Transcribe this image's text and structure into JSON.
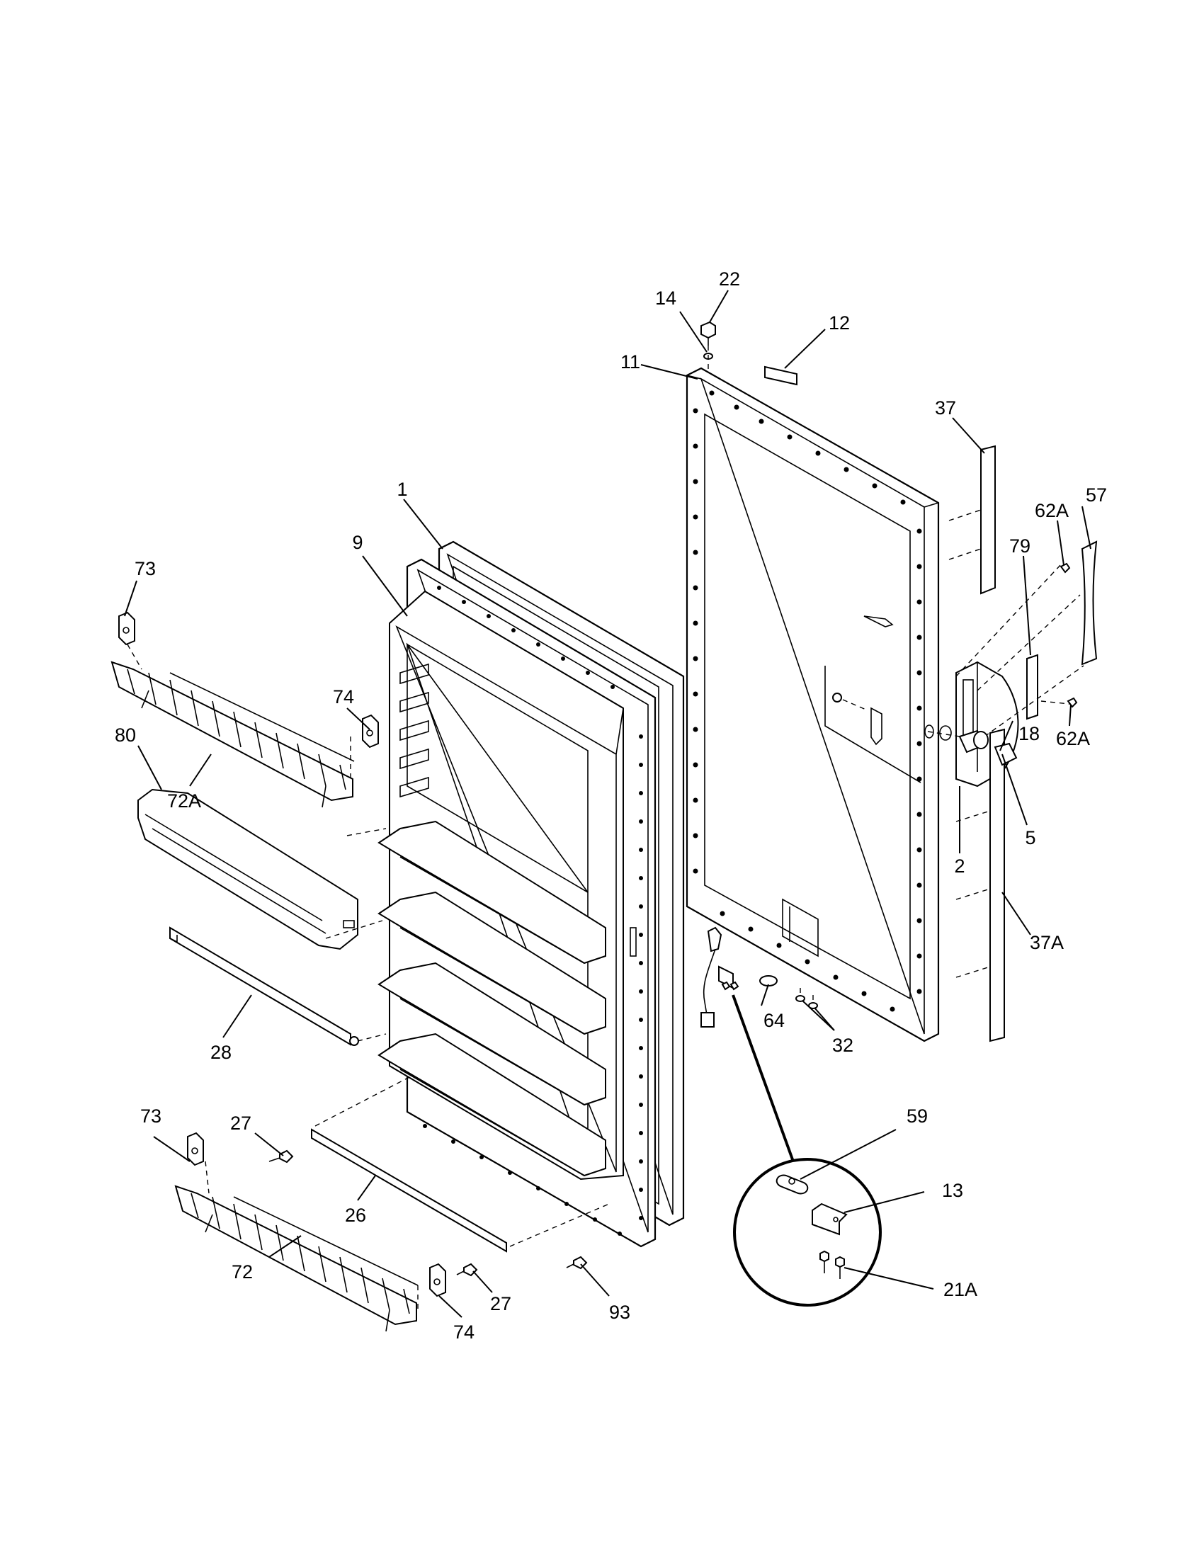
{
  "callouts": [
    {
      "id": "c1",
      "text": "1"
    },
    {
      "id": "c2",
      "text": "2"
    },
    {
      "id": "c5",
      "text": "5"
    },
    {
      "id": "c9",
      "text": "9"
    },
    {
      "id": "c11",
      "text": "11"
    },
    {
      "id": "c12",
      "text": "12"
    },
    {
      "id": "c13",
      "text": "13"
    },
    {
      "id": "c14",
      "text": "14"
    },
    {
      "id": "c18",
      "text": "18"
    },
    {
      "id": "c21a",
      "text": "21A"
    },
    {
      "id": "c22",
      "text": "22"
    },
    {
      "id": "c26",
      "text": "26"
    },
    {
      "id": "c27a",
      "text": "27"
    },
    {
      "id": "c27b",
      "text": "27"
    },
    {
      "id": "c28",
      "text": "28"
    },
    {
      "id": "c32",
      "text": "32"
    },
    {
      "id": "c37",
      "text": "37"
    },
    {
      "id": "c37a",
      "text": "37A"
    },
    {
      "id": "c57",
      "text": "57"
    },
    {
      "id": "c59",
      "text": "59"
    },
    {
      "id": "c62a1",
      "text": "62A"
    },
    {
      "id": "c62a2",
      "text": "62A"
    },
    {
      "id": "c64",
      "text": "64"
    },
    {
      "id": "c72",
      "text": "72"
    },
    {
      "id": "c72a",
      "text": "72A"
    },
    {
      "id": "c73a",
      "text": "73"
    },
    {
      "id": "c73b",
      "text": "73"
    },
    {
      "id": "c74a",
      "text": "74"
    },
    {
      "id": "c74b",
      "text": "74"
    },
    {
      "id": "c79",
      "text": "79"
    },
    {
      "id": "c80",
      "text": "80"
    },
    {
      "id": "c93",
      "text": "93"
    }
  ]
}
